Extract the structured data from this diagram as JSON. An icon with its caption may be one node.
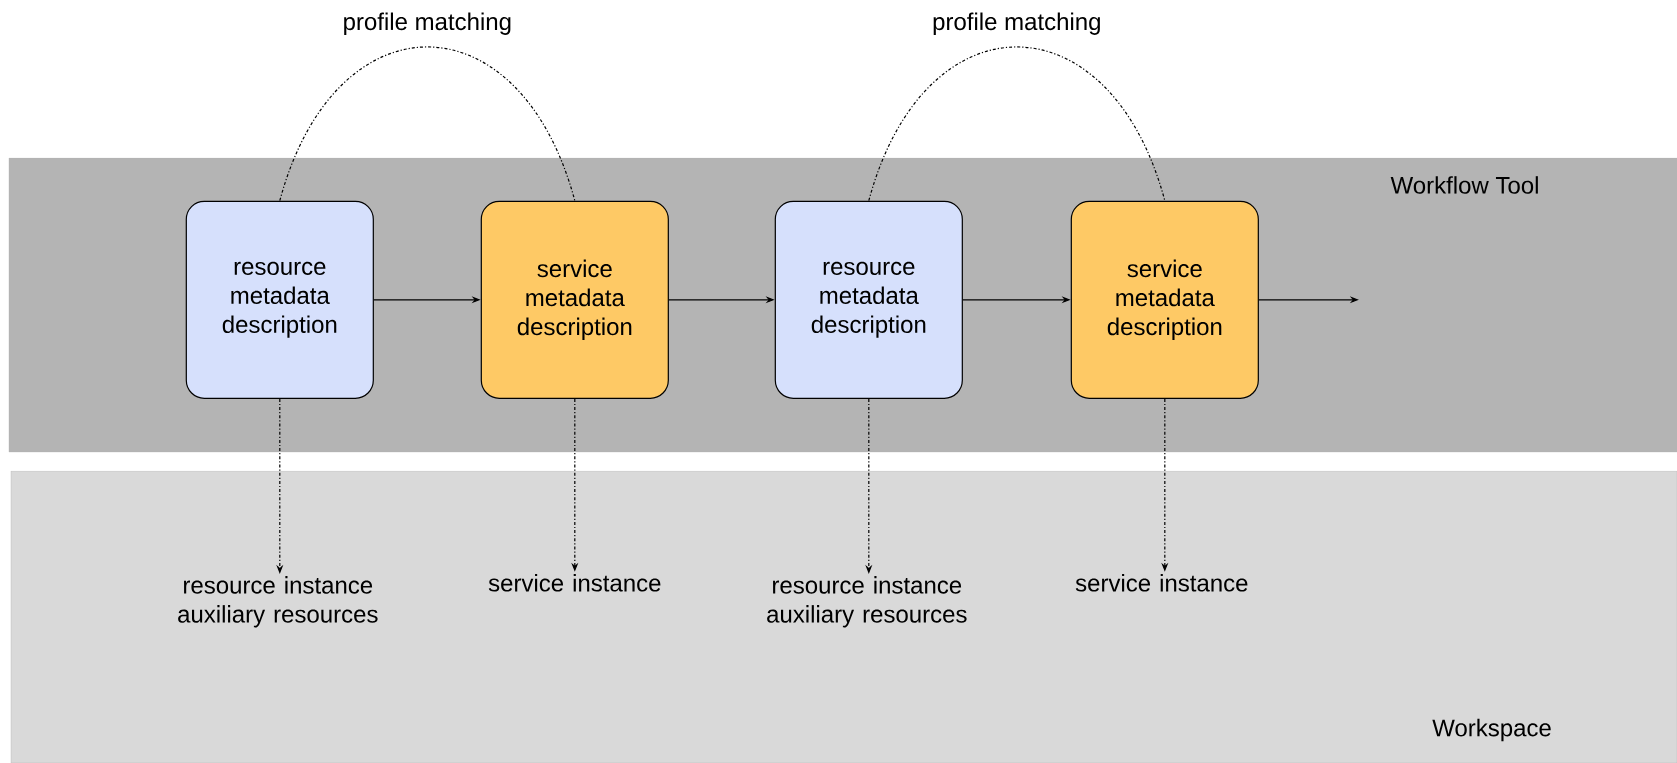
{
  "diagram": {
    "nodes": [
      {
        "text": [
          "Workflow Tool"
        ]
      },
      {
        "text": [
          "resource metadata description"
        ],
        "in": 0
      },
      {
        "text": [
          "service metadata description"
        ],
        "in": 0
      },
      {
        "text": [
          "resource metadata description"
        ],
        "in": 0
      },
      {
        "text": [
          "service metadata description"
        ],
        "in": 0
      },
      {
        "text": [
          "Workspace"
        ]
      },
      {
        "text": [
          "resource instance auxiliary resources"
        ],
        "in": 5
      },
      {
        "text": [
          "service instance"
        ],
        "in": 5
      },
      {
        "text": [
          "resource instance auxiliary resources"
        ],
        "in": 5
      },
      {
        "text": [
          "service instance"
        ],
        "in": 5
      }
    ],
    "edges": [
      {
        "from": 1,
        "to": 2,
        "arrow": "to"
      },
      {
        "from": 2,
        "to": 3,
        "arrow": "to"
      },
      {
        "from": 3,
        "to": 4,
        "arrow": "to"
      },
      {
        "from": 4,
        "to": null,
        "arrow": "to"
      },
      {
        "from": 1,
        "to": 2,
        "arrow": "none",
        "label": "profile matching",
        "style": "dashed"
      },
      {
        "from": 3,
        "to": 4,
        "arrow": "none",
        "label": "profile matching",
        "style": "dashed"
      },
      {
        "from": 1,
        "to": 6,
        "arrow": "to",
        "style": "dashed"
      },
      {
        "from": 2,
        "to": 7,
        "arrow": "to",
        "style": "dashed"
      },
      {
        "from": 3,
        "to": 8,
        "arrow": "to",
        "style": "dashed"
      },
      {
        "from": 4,
        "to": 9,
        "arrow": "to",
        "style": "dashed"
      }
    ]
  }
}
